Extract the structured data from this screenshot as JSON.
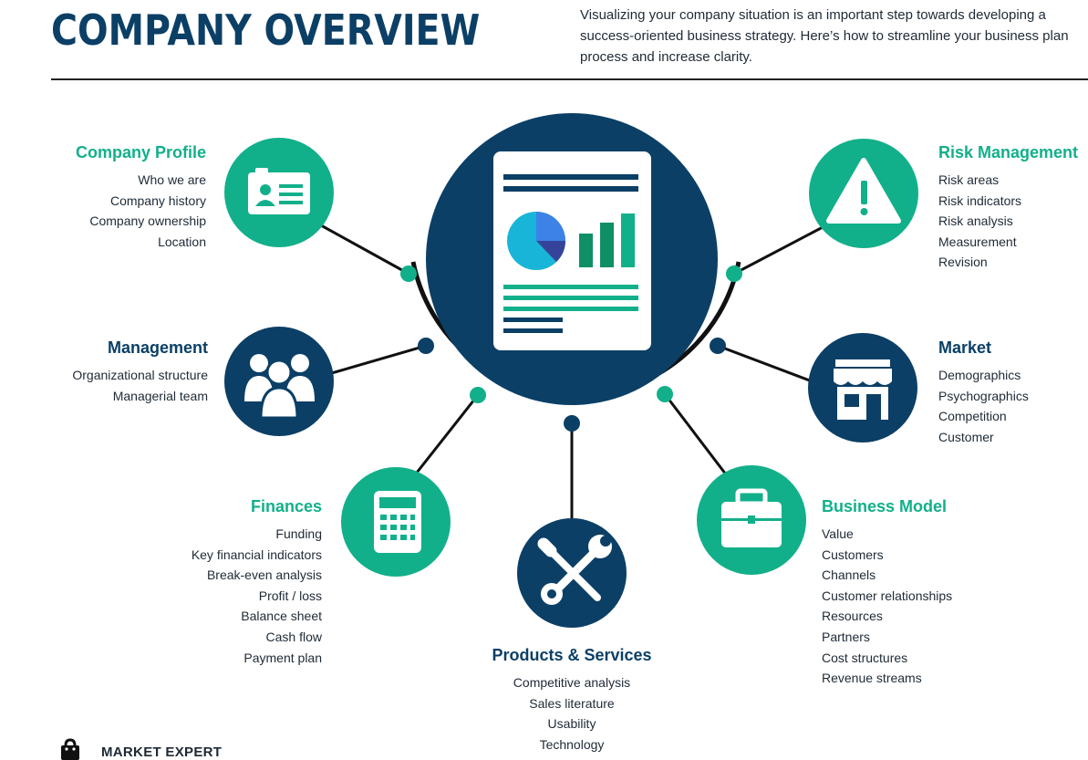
{
  "header": {
    "title": "COMPANY OVERVIEW",
    "intro": "Visualizing your company situation is an important step towards developing a success-oriented business strategy. Here’s how to streamline your business plan process and increase clarity."
  },
  "colors": {
    "teal": "#12b08a",
    "navy": "#0b3f66",
    "accent_blue": "#3d82e6",
    "cyan": "#19b5d8"
  },
  "sections": {
    "company_profile": {
      "title": "Company Profile",
      "items": [
        "Who we are",
        "Company history",
        "Company ownership",
        "Location"
      ],
      "icon": "id-card-icon"
    },
    "management": {
      "title": "Management",
      "items": [
        "Organizational structure",
        "Managerial team"
      ],
      "icon": "team-icon"
    },
    "finances": {
      "title": "Finances",
      "items": [
        "Funding",
        "Key financial indicators",
        "Break-even analysis",
        "Profit / loss",
        "Balance sheet",
        "Cash flow",
        "Payment plan"
      ],
      "icon": "calculator-icon"
    },
    "products_services": {
      "title": "Products & Services",
      "items": [
        "Competitive analysis",
        "Sales literature",
        "Usability",
        "Technology"
      ],
      "icon": "tools-icon"
    },
    "business_model": {
      "title": "Business Model",
      "items": [
        "Value",
        "Customers",
        "Channels",
        "Customer relationships",
        "Resources",
        "Partners",
        "Cost structures",
        "Revenue streams"
      ],
      "icon": "briefcase-icon"
    },
    "market": {
      "title": "Market",
      "items": [
        "Demographics",
        "Psychographics",
        "Competition",
        "Customer"
      ],
      "icon": "storefront-icon"
    },
    "risk_management": {
      "title": "Risk Management",
      "items": [
        "Risk areas",
        "Risk indicators",
        "Risk analysis",
        "Measurement",
        "Revision"
      ],
      "icon": "warning-icon"
    }
  },
  "center": {
    "icon": "report-document-icon"
  },
  "footer": {
    "brand": "MARKET EXPERT",
    "icon": "shopping-bag-icon"
  }
}
